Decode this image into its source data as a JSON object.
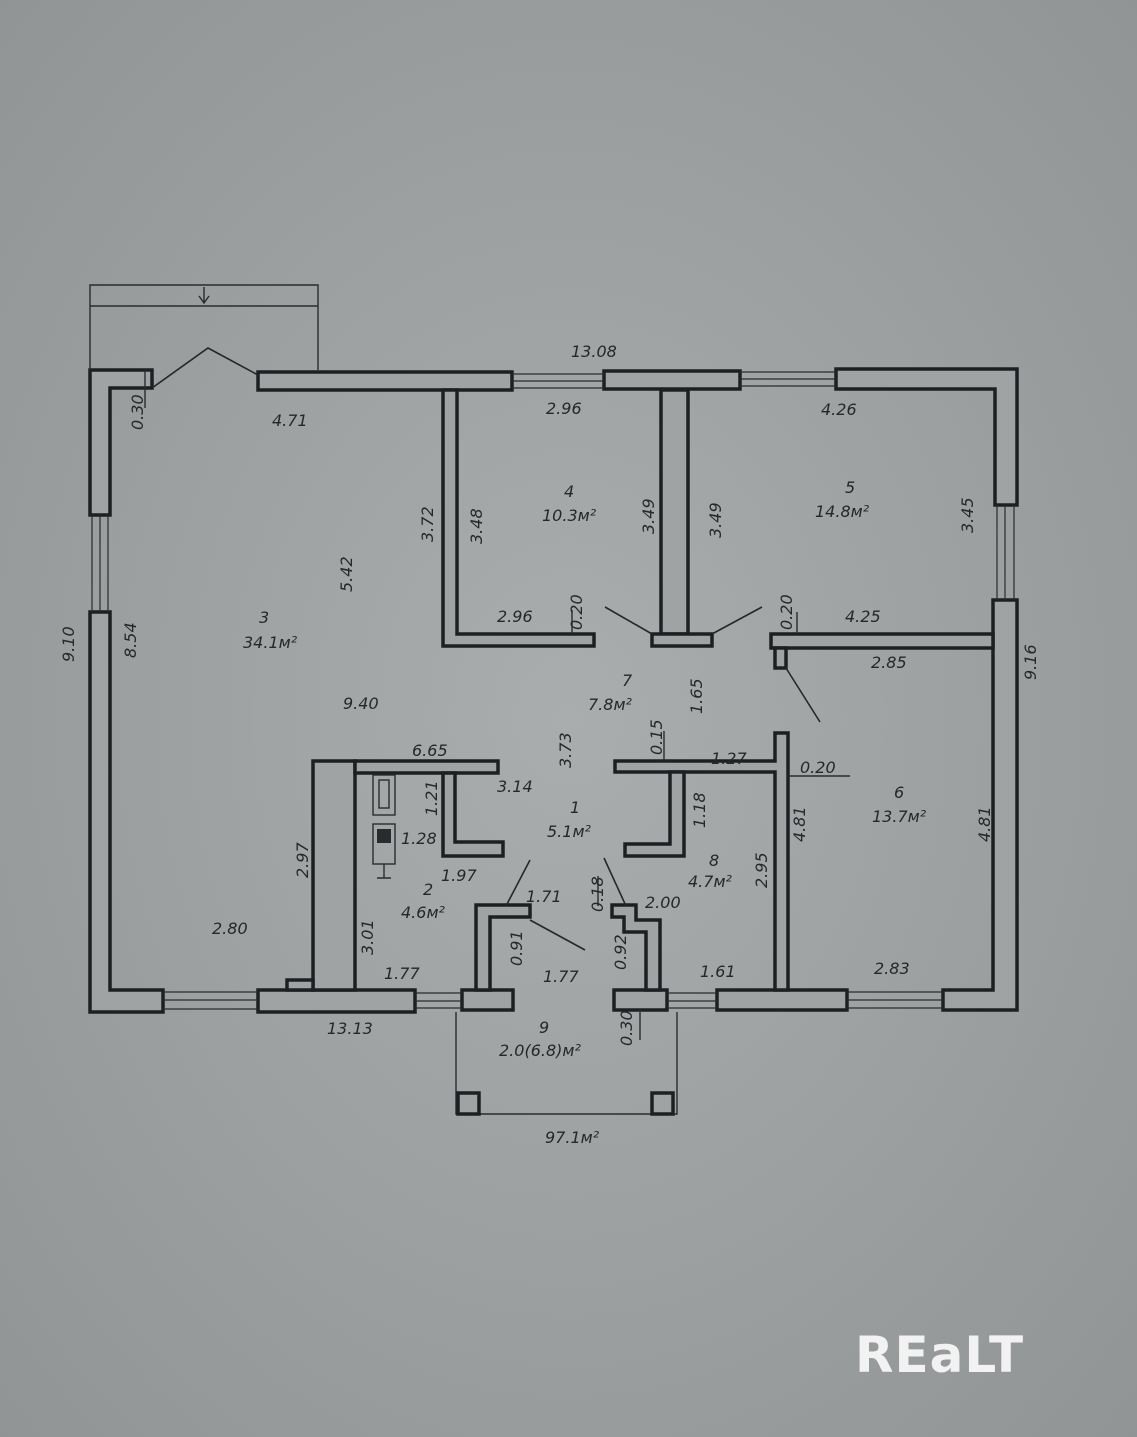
{
  "watermark": "REaLT",
  "dimensions": {
    "overall_top": "13.08",
    "overall_bottom": "13.13",
    "left_outer": "9.10",
    "right_outer": "9.16",
    "left_inner": "8.54",
    "wall_top_left": "0.30",
    "wall_bottom_right": "0.30",
    "r3_top": "4.71",
    "r3_height": "5.42",
    "r3_width": "9.40",
    "r3_bottom": "2.80",
    "r3_partition": "3.72",
    "r4_top": "2.96",
    "r4_left": "3.48",
    "r4_right": "3.49",
    "r4_bottom": "2.96",
    "r4_wall": "0.20",
    "r5_top": "4.26",
    "r5_left": "3.49",
    "r5_right": "3.45",
    "r5_bottom": "4.25",
    "r5_wall": "0.20",
    "r7_height": "1.65",
    "r7_wall": "0.15",
    "hall_height": "3.73",
    "r6_top": "2.85",
    "r6_wall": "0.20",
    "r6_left": "4.81",
    "r6_right": "4.81",
    "r6_bottom": "2.83",
    "kitchen_top": "6.65",
    "kitchen_side": "2.97",
    "wall_3_14": "3.14",
    "d_1_21": "1.21",
    "d_1_28": "1.28",
    "d_1_97": "1.97",
    "d_3_01": "3.01",
    "d_1_77a": "1.77",
    "d_1_71": "1.71",
    "d_0_91": "0.91",
    "d_1_77b": "1.77",
    "d_0_18": "0.18",
    "d_0_92": "0.92",
    "d_2_00": "2.00",
    "d_1_27": "1.27",
    "d_1_18": "1.18",
    "d_2_95": "2.95",
    "d_1_61": "1.61"
  },
  "rooms": {
    "r1": {
      "num": "1",
      "area": "5.1м²"
    },
    "r2": {
      "num": "2",
      "area": "4.6м²"
    },
    "r3": {
      "num": "3",
      "area": "34.1м²"
    },
    "r4": {
      "num": "4",
      "area": "10.3м²"
    },
    "r5": {
      "num": "5",
      "area": "14.8м²"
    },
    "r6": {
      "num": "6",
      "area": "13.7м²"
    },
    "r7": {
      "num": "7",
      "area": "7.8м²"
    },
    "r8": {
      "num": "8",
      "area": "4.7м²"
    },
    "r9": {
      "num": "9",
      "area": "2.0(6.8)м²"
    }
  },
  "total_area": "97.1м²"
}
